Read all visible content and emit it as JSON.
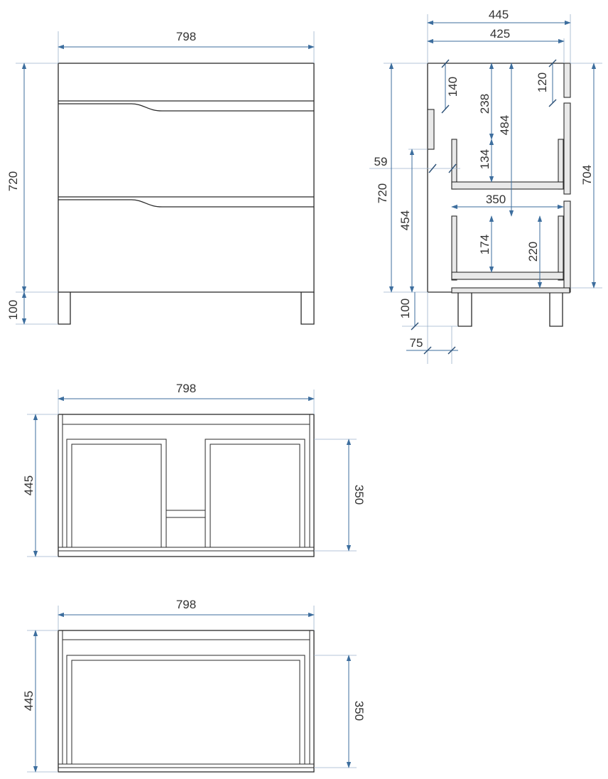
{
  "colors": {
    "dimension": "#3d6e9e",
    "outline": "#2a2a2a",
    "panel": "#e9e9e9"
  },
  "front_view": {
    "width": "798",
    "height": "720",
    "legs": "100"
  },
  "side_view": {
    "depth_outer": "445",
    "depth_inner": "425",
    "top_gap": "140",
    "back_top": "120",
    "drawer1_top": "238",
    "drawer_offset": "484",
    "drawer1_side": "59",
    "drawer1_height": "134",
    "height": "720",
    "back_height": "704",
    "drawer_depth": "350",
    "drawer2_bottom": "454",
    "drawer2_height": "174",
    "drawer2_clear": "220",
    "legs": "100",
    "leg_offset": "75"
  },
  "top_view_1": {
    "width": "798",
    "depth": "445",
    "inner_depth": "350"
  },
  "top_view_2": {
    "width": "798",
    "depth": "445",
    "inner_depth": "350"
  }
}
